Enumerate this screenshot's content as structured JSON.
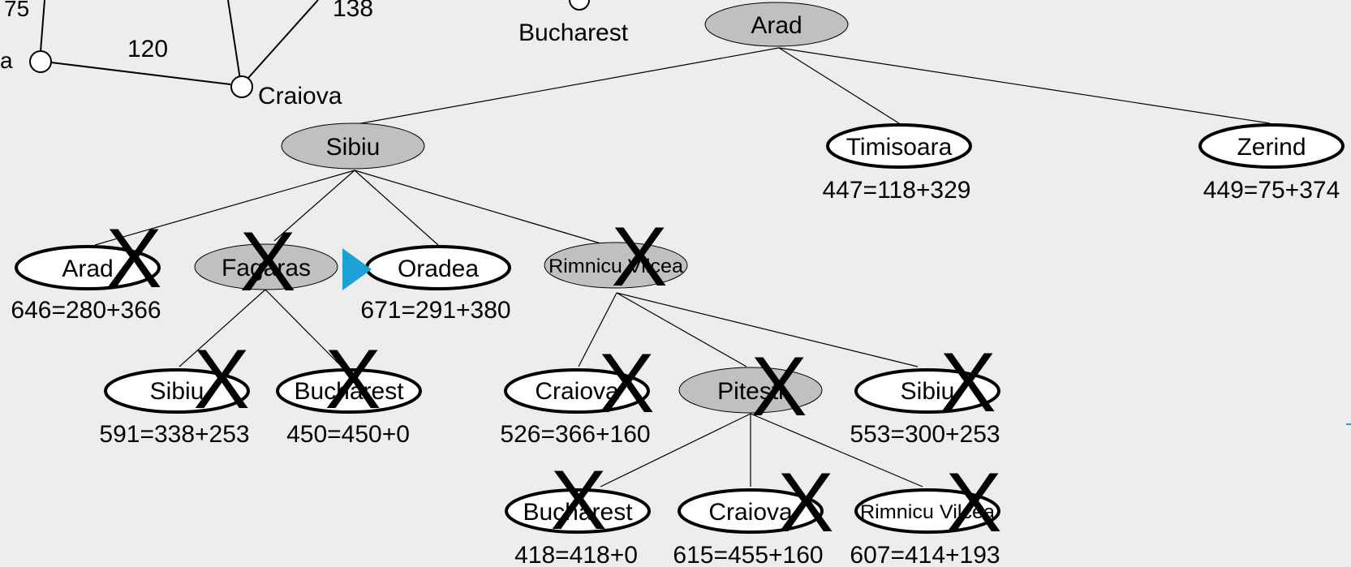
{
  "map_fragment": {
    "edge_75": "75",
    "edge_120": "120",
    "edge_138": "138",
    "city_a": "a",
    "city_craiova": "Craiova",
    "city_bucharest": "Bucharest"
  },
  "tree": {
    "root": {
      "label": "Arad"
    },
    "level1": [
      {
        "label": "Sibiu"
      },
      {
        "label": "Timisoara",
        "score": "447=118+329"
      },
      {
        "label": "Zerind",
        "score": "449=75+374"
      }
    ],
    "sibiu_children": [
      {
        "label": "Arad",
        "score": "646=280+366"
      },
      {
        "label": "Fagaras"
      },
      {
        "label": "Oradea",
        "score": "671=291+380"
      },
      {
        "label": "Rimnicu Vilcea"
      }
    ],
    "fagaras_children": [
      {
        "label": "Sibiu",
        "score": "591=338+253"
      },
      {
        "label": "Bucharest",
        "score": "450=450+0"
      }
    ],
    "rimnicu_children": [
      {
        "label": "Craiova",
        "score": "526=366+160"
      },
      {
        "label": "Pitesti"
      },
      {
        "label": "Sibiu",
        "score": "553=300+253"
      }
    ],
    "pitesti_children": [
      {
        "label": "Bucharest",
        "score": "418=418+0"
      },
      {
        "label": "Craiova",
        "score": "615=455+160"
      },
      {
        "label": "Rimnicu Vilcea",
        "score": "607=414+193"
      }
    ],
    "cross_mark": "X"
  },
  "colors": {
    "background": "#ededed",
    "expanded_fill": "#c0c0c0",
    "frontier_fill": "#ffffff",
    "pointer_arrow": "#1ba1d6"
  }
}
